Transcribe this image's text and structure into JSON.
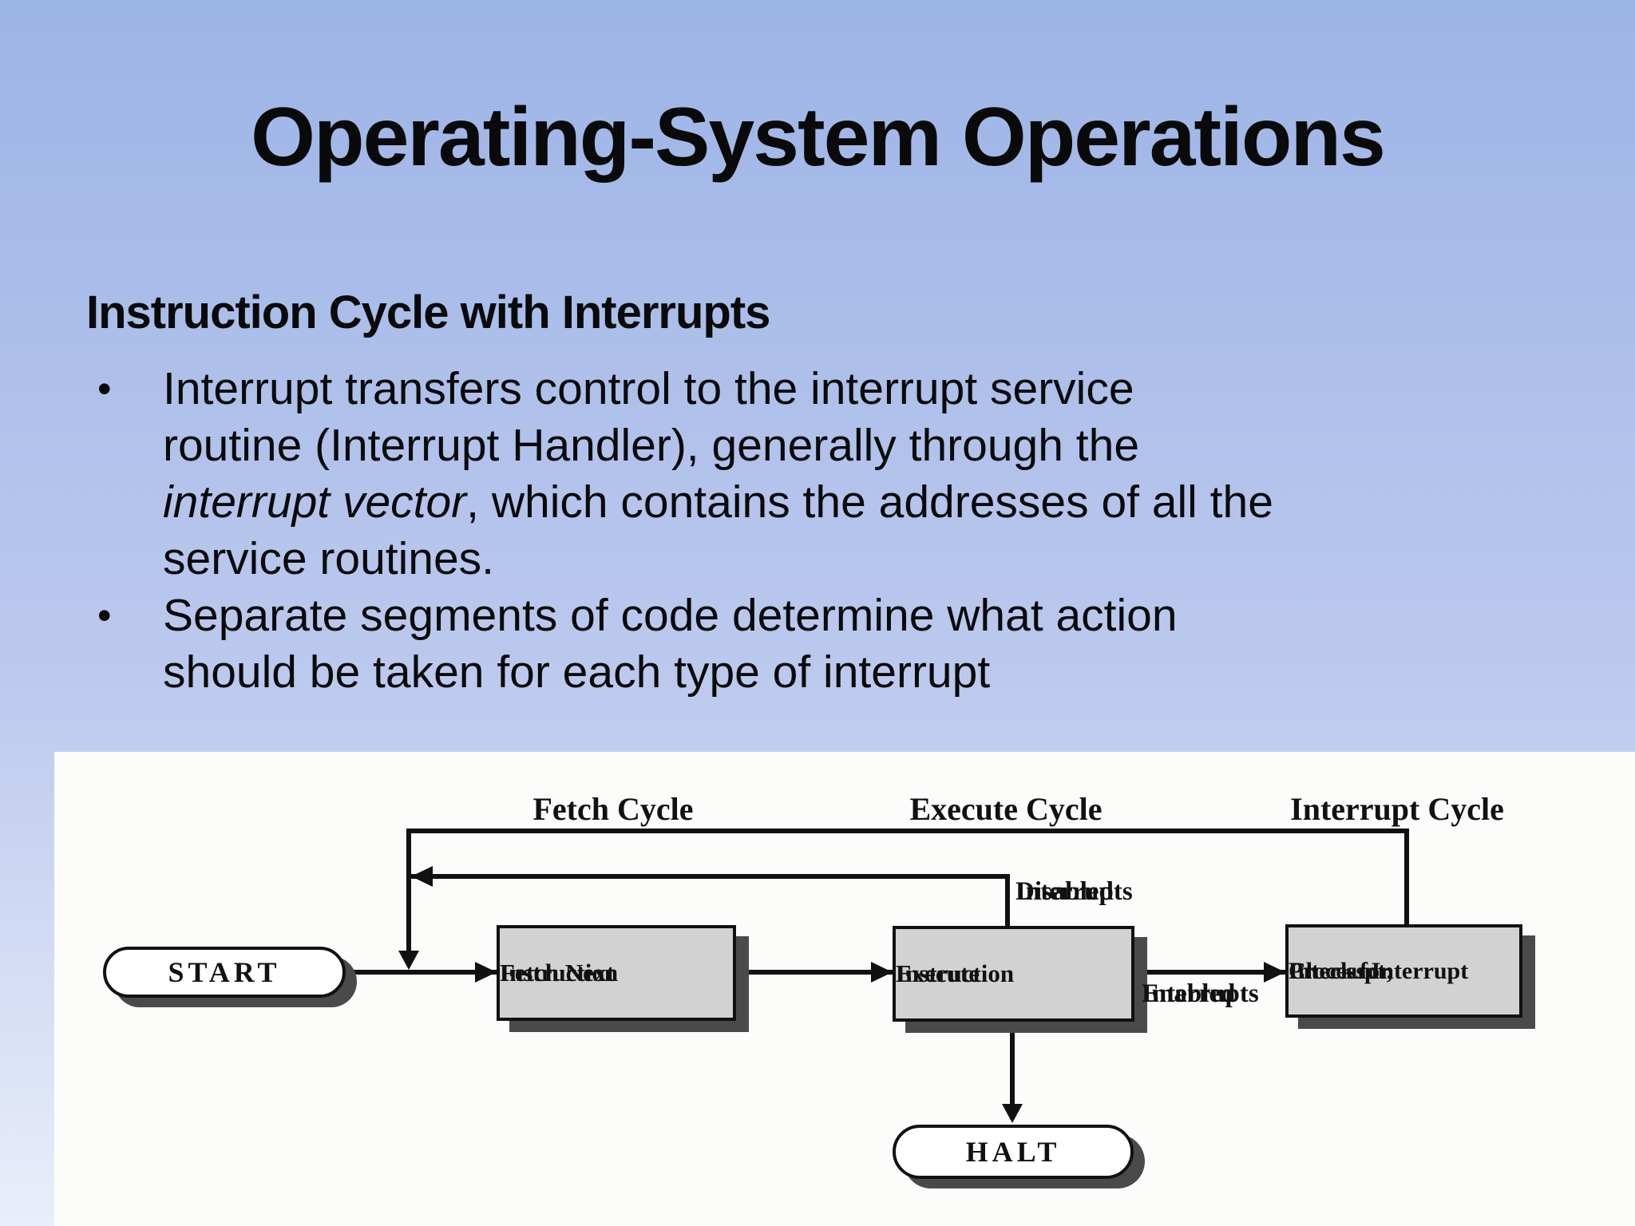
{
  "slide": {
    "title": "Operating-System Operations",
    "heading": "Instruction Cycle with Interrupts",
    "bullet_char": "•",
    "bullet1": {
      "line1": "Interrupt transfers control to the interrupt service",
      "line2": "routine (Interrupt Handler), generally through the",
      "line3_italic": "interrupt vector",
      "line3_rest": ", which contains the addresses of all the",
      "line4": "service routines."
    },
    "bullet2": {
      "line1": "Separate segments of code determine what action",
      "line2": "should be taken for each type of interrupt"
    }
  },
  "diagram": {
    "cycle_labels": [
      "Fetch Cycle",
      "Execute Cycle",
      "Interrupt Cycle"
    ],
    "start_label": "START",
    "halt_label": "HALT",
    "boxes": {
      "fetch": [
        "Fetch Next",
        "Instruction"
      ],
      "execute": [
        "Execute",
        "Instruction"
      ],
      "check": [
        "Check for",
        "Interrupt;",
        "Process Interrupt"
      ]
    },
    "annotations": {
      "disabled": [
        "Interrupts",
        "Disabled"
      ],
      "enabled": [
        "Interrupts",
        "Enabled"
      ]
    }
  },
  "colors": {
    "bg_top": "#9cb4e6",
    "bg_mid": "#bcc9ee",
    "bg_bottom": "#e9eefa",
    "panel": "#fcfdfa",
    "box_fill": "#d2d2d2",
    "box_shadow": "#4a4a4a",
    "ink": "#111111",
    "text": "#0a0a0a"
  }
}
